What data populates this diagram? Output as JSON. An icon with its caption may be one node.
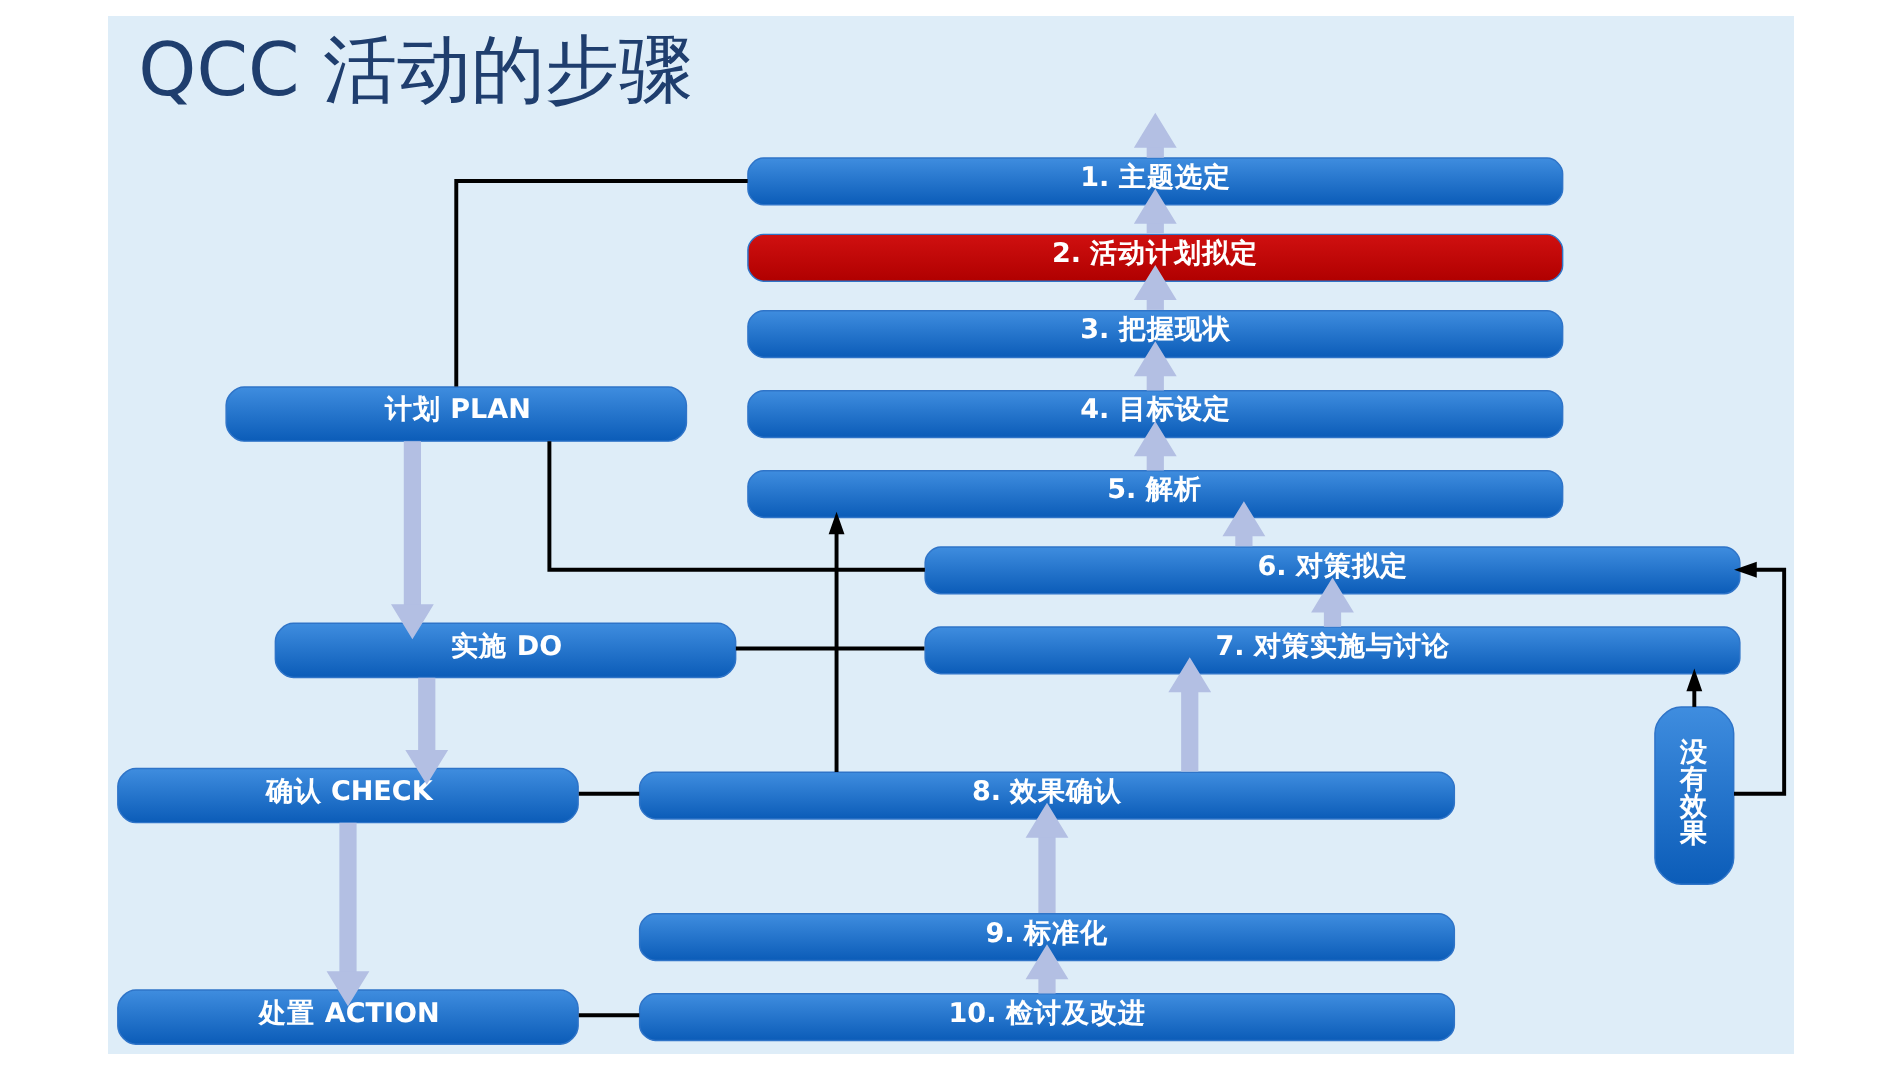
{
  "diagram": {
    "title": "QCC 活动的步骤",
    "nodes": [
      {
        "text": [
          "1. 主题选定"
        ]
      },
      {
        "text": [
          "2. 活动计划拟定"
        ]
      },
      {
        "text": [
          "3. 把握现状"
        ]
      },
      {
        "text": [
          "4. 目标设定"
        ]
      },
      {
        "text": [
          "5. 解析"
        ]
      },
      {
        "text": [
          "6. 对策拟定"
        ]
      },
      {
        "text": [
          "7. 对策实施与讨论"
        ]
      },
      {
        "text": [
          "8. 效果确认"
        ]
      },
      {
        "text": [
          "9. 标准化"
        ]
      },
      {
        "text": [
          "10. 检讨及改进"
        ]
      },
      {
        "text": [
          "计划 PLAN"
        ]
      },
      {
        "text": [
          "实施 DO"
        ]
      },
      {
        "text": [
          "确认 CHECK"
        ]
      },
      {
        "text": [
          "处置 ACTION"
        ]
      },
      {
        "text": [
          "没有效果"
        ]
      }
    ],
    "edges": [
      {
        "from": 9,
        "to": 8,
        "arrow": "to"
      },
      {
        "from": 8,
        "to": 7,
        "arrow": "to"
      },
      {
        "from": 7,
        "to": 6,
        "arrow": "to"
      },
      {
        "from": 6,
        "to": 5,
        "arrow": "to"
      },
      {
        "from": 5,
        "to": 4,
        "arrow": "to"
      },
      {
        "from": 4,
        "to": 3,
        "arrow": "to"
      },
      {
        "from": 3,
        "to": 2,
        "arrow": "to"
      },
      {
        "from": 2,
        "to": 1,
        "arrow": "to"
      },
      {
        "from": 1,
        "to": 0,
        "arrow": "to"
      },
      {
        "from": 0,
        "to": null,
        "arrow": "to"
      },
      {
        "from": 10,
        "to": 11,
        "arrow": "to"
      },
      {
        "from": 11,
        "to": 12,
        "arrow": "to"
      },
      {
        "from": 12,
        "to": 13,
        "arrow": "to"
      },
      {
        "from": 10,
        "to": 0,
        "arrow": "none",
        "color": "#000000"
      },
      {
        "from": 10,
        "to": 5,
        "arrow": "none",
        "color": "#000000"
      },
      {
        "from": 11,
        "to": 6,
        "arrow": "none",
        "color": "#000000"
      },
      {
        "from": 12,
        "to": 7,
        "arrow": "none",
        "color": "#000000"
      },
      {
        "from": 13,
        "to": 9,
        "arrow": "none",
        "color": "#000000"
      },
      {
        "from": 14,
        "to": 5,
        "arrow": "to",
        "color": "#000000"
      },
      {
        "from": 14,
        "to": 6,
        "arrow": "to",
        "color": "#000000"
      },
      {
        "from": 7,
        "to": 4,
        "arrow": "to",
        "color": "#000000"
      }
    ]
  }
}
